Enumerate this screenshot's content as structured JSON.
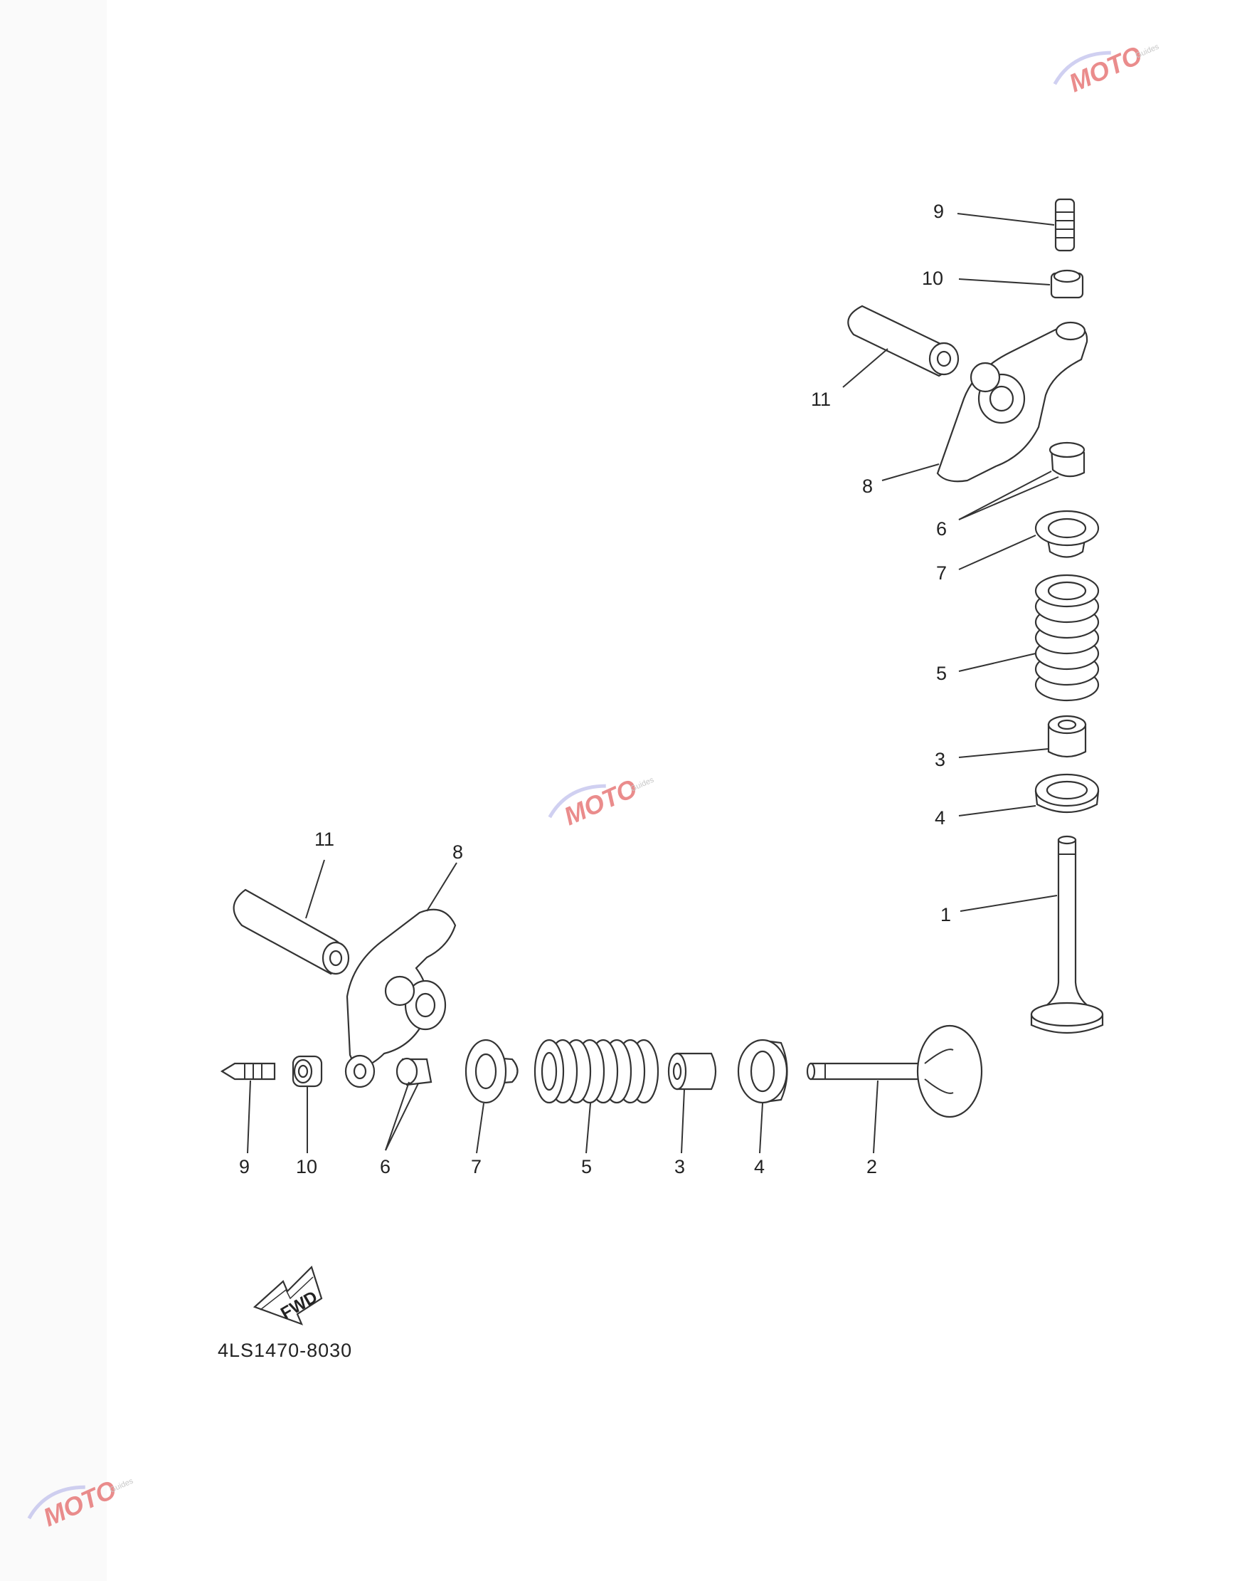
{
  "diagram_code": "4LS1470-8030",
  "fwd_label": "FWD",
  "watermark": {
    "text": "MOTO",
    "subtext": "Guides"
  },
  "callouts_right": {
    "c9": "9",
    "c10": "10",
    "c11": "11",
    "c8": "8",
    "c6": "6",
    "c7": "7",
    "c5": "5",
    "c3": "3",
    "c4": "4",
    "c1": "1"
  },
  "callouts_bottom": {
    "c11": "11",
    "c8": "8",
    "c9": "9",
    "c10": "10",
    "c6": "6",
    "c7": "7",
    "c5": "5",
    "c3": "3",
    "c4": "4",
    "c2": "2"
  },
  "colors": {
    "line": "#333333",
    "watermark": "#e05050"
  }
}
